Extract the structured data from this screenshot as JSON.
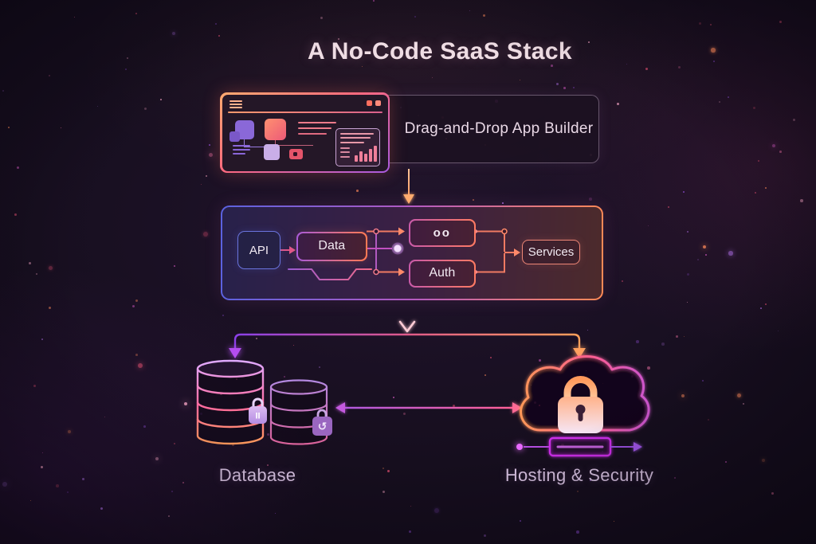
{
  "title": "A No-Code SaaS Stack",
  "builder": {
    "label": "Drag-and-Drop App Builder"
  },
  "backend": {
    "api_label": "API",
    "data_label": "Data",
    "auth_label": "Auth",
    "services_label": "Services"
  },
  "storage": {
    "database_label": "Database"
  },
  "hosting": {
    "label": "Hosting & Security"
  },
  "icons": {
    "link_dots": "oo",
    "lock_pause": "II",
    "lock_sync": "↺"
  },
  "colors": {
    "background": "#160e1e",
    "title_text": "#efdde4",
    "label_text": "#dcc6e6",
    "accent_orange": "#ff9a5c",
    "accent_pink": "#ef5a8a",
    "accent_purple": "#9a50e0",
    "accent_magenta": "#cc2ee8",
    "accent_blue": "#6a74dd"
  }
}
